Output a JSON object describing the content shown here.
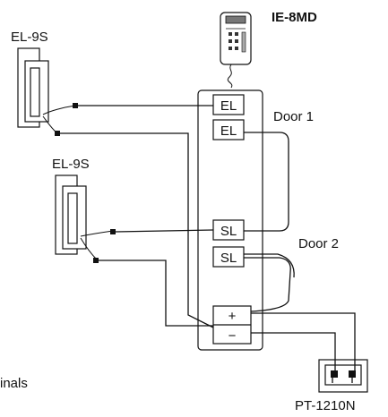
{
  "labels": {
    "master_station": "IE-8MD",
    "electric_lock_top": "EL-9S",
    "electric_lock_bottom": "EL-9S",
    "door_1": "Door 1",
    "door_2": "Door 2",
    "power_supply": "PT-1210N",
    "partial_note": "inals"
  },
  "terminals": {
    "el_1": "EL",
    "el_2": "EL",
    "sl_1": "SL",
    "sl_2": "SL",
    "plus": "+",
    "minus": "−"
  },
  "colors": {
    "line": "#111111",
    "background": "#ffffff"
  }
}
